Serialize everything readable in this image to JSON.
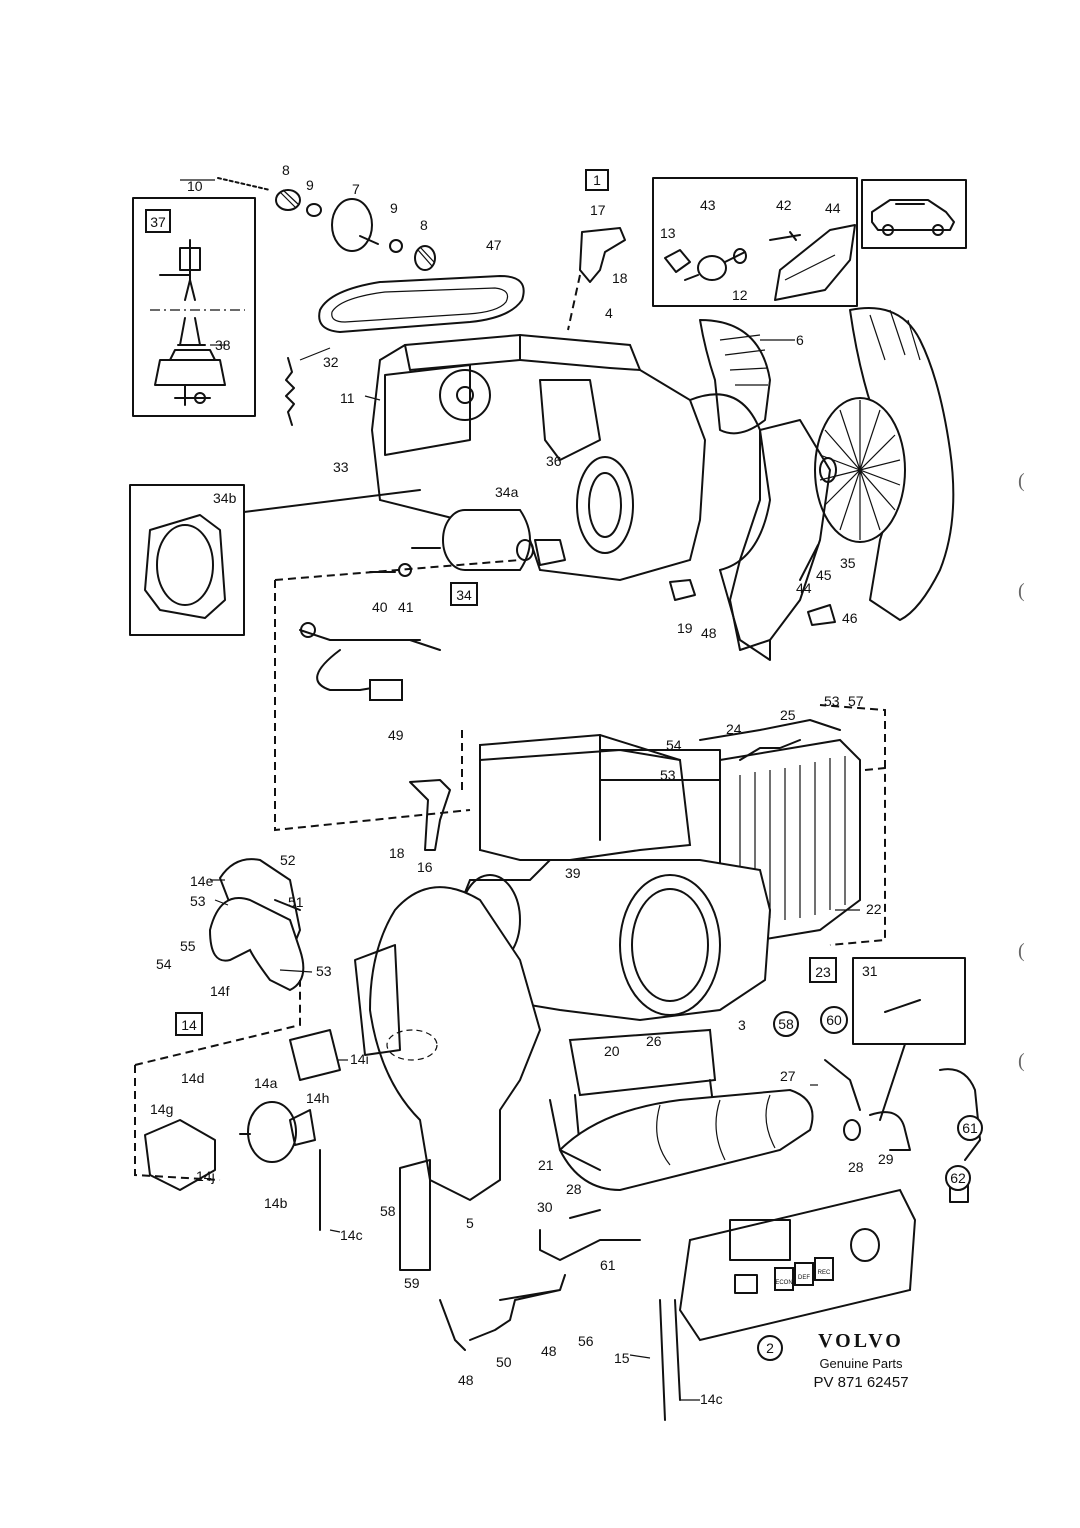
{
  "brand": {
    "logo": "VOLVO",
    "tagline": "Genuine Parts",
    "part_number": "PV 871 62457"
  },
  "callouts": [
    {
      "id": "c1",
      "text": "10"
    },
    {
      "id": "c2",
      "text": "8"
    },
    {
      "id": "c3",
      "text": "9"
    },
    {
      "id": "c4",
      "text": "7"
    },
    {
      "id": "c5",
      "text": "9"
    },
    {
      "id": "c6",
      "text": "8"
    },
    {
      "id": "c7",
      "text": "47"
    },
    {
      "id": "c8",
      "text": "17"
    },
    {
      "id": "c9",
      "text": "18"
    },
    {
      "id": "c10",
      "text": "4"
    },
    {
      "id": "c11",
      "text": "43"
    },
    {
      "id": "c12",
      "text": "42"
    },
    {
      "id": "c13",
      "text": "44"
    },
    {
      "id": "c14",
      "text": "13"
    },
    {
      "id": "c15",
      "text": "12"
    },
    {
      "id": "c16",
      "text": "6"
    },
    {
      "id": "c17",
      "text": "38"
    },
    {
      "id": "c18",
      "text": "32"
    },
    {
      "id": "c19",
      "text": "11"
    },
    {
      "id": "c20",
      "text": "33"
    },
    {
      "id": "c21",
      "text": "36"
    },
    {
      "id": "c22",
      "text": "34b"
    },
    {
      "id": "c23",
      "text": "34a"
    },
    {
      "id": "c24",
      "text": "40"
    },
    {
      "id": "c25",
      "text": "41"
    },
    {
      "id": "c26",
      "text": "19"
    },
    {
      "id": "c27",
      "text": "48"
    },
    {
      "id": "c28",
      "text": "45"
    },
    {
      "id": "c29",
      "text": "44"
    },
    {
      "id": "c30",
      "text": "46"
    },
    {
      "id": "c31",
      "text": "35"
    },
    {
      "id": "c32",
      "text": "49"
    },
    {
      "id": "c33",
      "text": "24"
    },
    {
      "id": "c34",
      "text": "25"
    },
    {
      "id": "c35",
      "text": "53"
    },
    {
      "id": "c36",
      "text": "57"
    },
    {
      "id": "c37",
      "text": "54"
    },
    {
      "id": "c38",
      "text": "53"
    },
    {
      "id": "c39",
      "text": "18"
    },
    {
      "id": "c40",
      "text": "16"
    },
    {
      "id": "c41",
      "text": "39"
    },
    {
      "id": "c42",
      "text": "22"
    },
    {
      "id": "c43",
      "text": "52"
    },
    {
      "id": "c44",
      "text": "14e"
    },
    {
      "id": "c45",
      "text": "53"
    },
    {
      "id": "c46",
      "text": "51"
    },
    {
      "id": "c47",
      "text": "55"
    },
    {
      "id": "c48",
      "text": "54"
    },
    {
      "id": "c49",
      "text": "14f"
    },
    {
      "id": "c50",
      "text": "53"
    },
    {
      "id": "c51",
      "text": "3"
    },
    {
      "id": "c52",
      "text": "31"
    },
    {
      "id": "c53",
      "text": "14i"
    },
    {
      "id": "c54",
      "text": "20"
    },
    {
      "id": "c55",
      "text": "26"
    },
    {
      "id": "c56",
      "text": "27"
    },
    {
      "id": "c57",
      "text": "14d"
    },
    {
      "id": "c58",
      "text": "14a"
    },
    {
      "id": "c59",
      "text": "14g"
    },
    {
      "id": "c60",
      "text": "14h"
    },
    {
      "id": "c61",
      "text": "14j"
    },
    {
      "id": "c62",
      "text": "21"
    },
    {
      "id": "c63",
      "text": "28"
    },
    {
      "id": "c64",
      "text": "29"
    },
    {
      "id": "c65",
      "text": "14b"
    },
    {
      "id": "c66",
      "text": "14c"
    },
    {
      "id": "c67",
      "text": "58"
    },
    {
      "id": "c68",
      "text": "5"
    },
    {
      "id": "c69",
      "text": "28"
    },
    {
      "id": "c70",
      "text": "30"
    },
    {
      "id": "c71",
      "text": "61"
    },
    {
      "id": "c72",
      "text": "59"
    },
    {
      "id": "c73",
      "text": "48"
    },
    {
      "id": "c74",
      "text": "50"
    },
    {
      "id": "c75",
      "text": "48"
    },
    {
      "id": "c76",
      "text": "56"
    },
    {
      "id": "c77",
      "text": "15"
    },
    {
      "id": "c78",
      "text": "14c"
    }
  ],
  "boxed_callouts": [
    {
      "id": "b1",
      "text": "1"
    },
    {
      "id": "b2",
      "text": "37"
    },
    {
      "id": "b3",
      "text": "34"
    },
    {
      "id": "b4",
      "text": "14"
    },
    {
      "id": "b5",
      "text": "23"
    }
  ],
  "circled_callouts": [
    {
      "id": "o1",
      "text": "58"
    },
    {
      "id": "o2",
      "text": "60"
    },
    {
      "id": "o3",
      "text": "61"
    },
    {
      "id": "o4",
      "text": "62"
    },
    {
      "id": "o5",
      "text": "2"
    }
  ],
  "panel_buttons": [
    "ECON",
    "DEF",
    "REC"
  ]
}
